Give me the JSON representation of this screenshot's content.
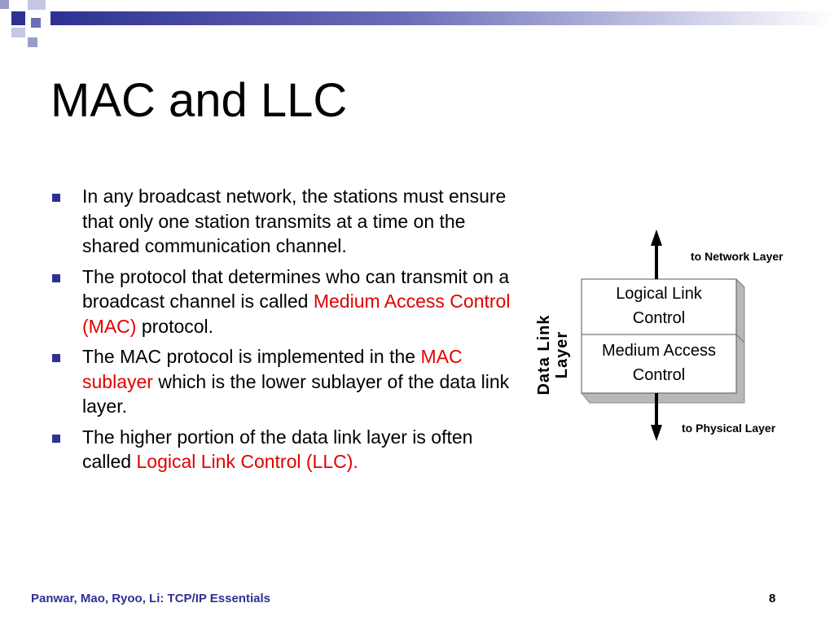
{
  "slide": {
    "title": "MAC and LLC",
    "bullets": [
      {
        "parts": [
          {
            "text": "In any broadcast network, the stations must ensure that only one station transmits at a time on the shared communication channel.",
            "highlight": false
          }
        ]
      },
      {
        "parts": [
          {
            "text": "The protocol that determines who can transmit on a broadcast channel is called ",
            "highlight": false
          },
          {
            "text": "Medium Access Control (MAC)",
            "highlight": true
          },
          {
            "text": " protocol.",
            "highlight": false
          }
        ]
      },
      {
        "parts": [
          {
            "text": "The MAC protocol is implemented in the ",
            "highlight": false
          },
          {
            "text": "MAC sublayer",
            "highlight": true
          },
          {
            "text": " which is  the lower sublayer of the data link layer.",
            "highlight": false
          }
        ]
      },
      {
        "parts": [
          {
            "text": "The higher portion of the data link layer is often called ",
            "highlight": false
          },
          {
            "text": "Logical Link Control (LLC).",
            "highlight": true
          }
        ]
      }
    ],
    "highlight_color": "#e00000",
    "accent_color": "#2e3192"
  },
  "diagram": {
    "upper_box": [
      "Logical Link",
      "Control"
    ],
    "lower_box": [
      "Medium Access",
      "Control"
    ],
    "side_label": [
      "Data Link",
      "Layer"
    ],
    "top_arrow_label": "to Network Layer",
    "bottom_arrow_label": "to Physical Layer"
  },
  "footer": {
    "authors": "Panwar, Mao, Ryoo, Li: TCP/IP Essentials",
    "page_number": "8"
  }
}
